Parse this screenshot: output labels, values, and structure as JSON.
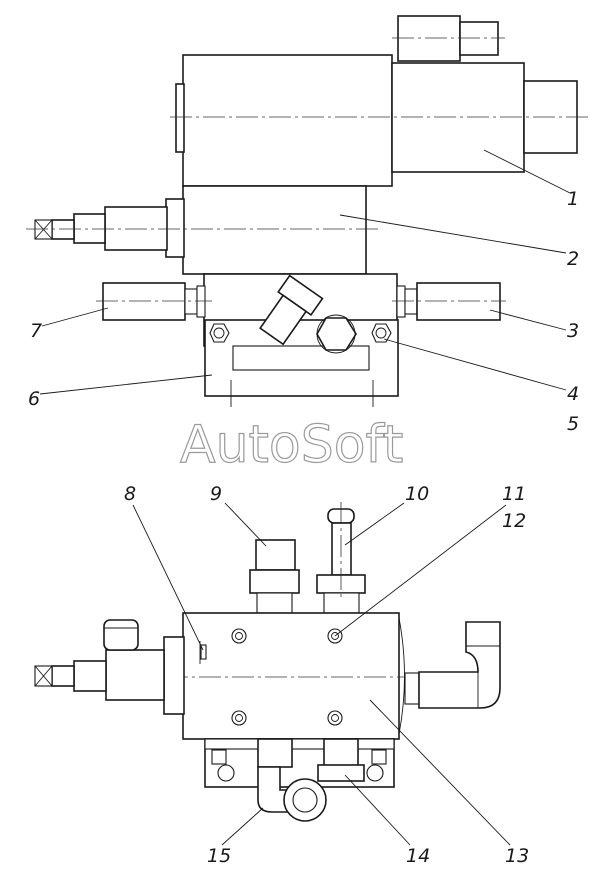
{
  "watermark": "AutoSoft",
  "top_view": {
    "callouts": [
      {
        "id": "1",
        "text": "1"
      },
      {
        "id": "2",
        "text": "2"
      },
      {
        "id": "3",
        "text": "3"
      },
      {
        "id": "4",
        "text": "4"
      },
      {
        "id": "5",
        "text": "5"
      },
      {
        "id": "6",
        "text": "6"
      },
      {
        "id": "7",
        "text": "7"
      }
    ]
  },
  "bottom_view": {
    "callouts": [
      {
        "id": "8",
        "text": "8"
      },
      {
        "id": "9",
        "text": "9"
      },
      {
        "id": "10",
        "text": "10"
      },
      {
        "id": "11",
        "text": "11"
      },
      {
        "id": "12",
        "text": "12"
      },
      {
        "id": "13",
        "text": "13"
      },
      {
        "id": "14",
        "text": "14"
      },
      {
        "id": "15",
        "text": "15"
      }
    ]
  }
}
